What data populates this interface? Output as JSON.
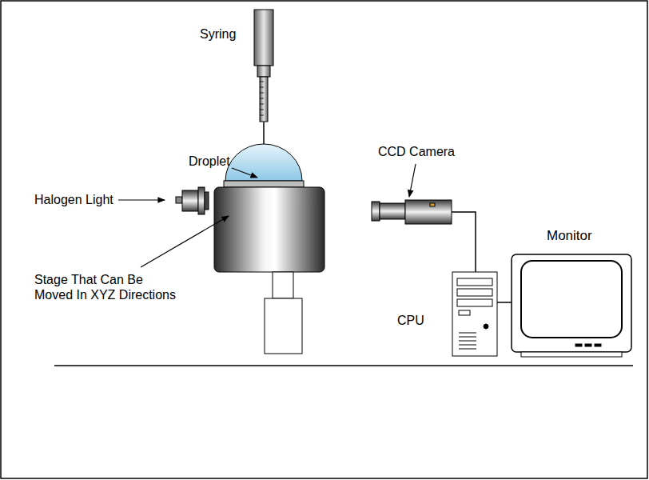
{
  "diagram": {
    "labels": [
      "Syring",
      "Droplet",
      "Halogen Light",
      "CCD Camera",
      "Monitor",
      "Stage That Can Be Moved In XYZ Directions",
      "CPU"
    ]
  }
}
